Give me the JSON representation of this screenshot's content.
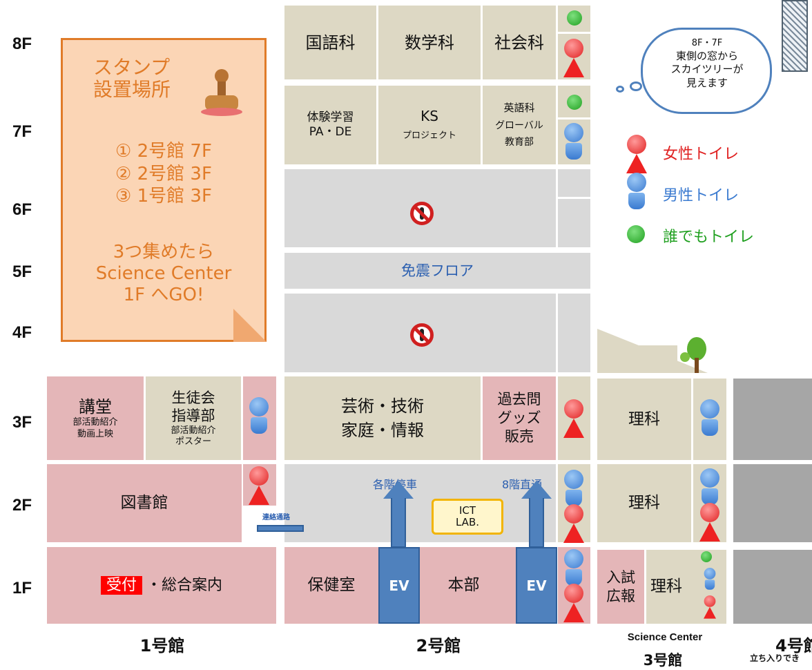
{
  "floors": [
    "8F",
    "7F",
    "6F",
    "5F",
    "4F",
    "3F",
    "2F",
    "1F"
  ],
  "buildings": {
    "b1": "1号館",
    "b2": "2号館",
    "b3_sub": "Science Center",
    "b3": "3号館",
    "b4": "4号館",
    "b4_note": "立ち入りでき"
  },
  "stamp": {
    "title1": "スタンプ",
    "title2": "設置場所",
    "loc1": "① 2号館 7F",
    "loc2": "② 2号館 3F",
    "loc3": "③ 1号館 3F",
    "note1": "3つ集めたら",
    "note2": "Science Center",
    "note3": "1F へGO!"
  },
  "cloud": {
    "line1": "8F・7F",
    "line2": "東側の窓から",
    "line3": "スカイツリーが",
    "line4": "見えます"
  },
  "legend": {
    "female": "女性トイレ",
    "male": "男性トイレ",
    "any": "誰でもトイレ",
    "colors": {
      "female": "#e02020",
      "male": "#3a7ad0",
      "any": "#20a020"
    }
  },
  "b2_rooms": {
    "f8_japanese": "国語科",
    "f8_math": "数学科",
    "f8_social": "社会科",
    "f7_exp1": "体験学習",
    "f7_exp2": "PA・DE",
    "f7_ks1": "KS",
    "f7_ks2": "プロジェクト",
    "f7_eng1": "英語科",
    "f7_eng2": "グローバル",
    "f7_eng3": "教育部",
    "f5_floor": "免震フロア",
    "f3_art1": "芸術・技術",
    "f3_art2": "家庭・情報",
    "f3_past1": "過去問",
    "f3_past2": "グッズ",
    "f3_past3": "販売",
    "f2_local": "各階停車",
    "f2_express": "8階直通",
    "f2_ict1": "ICT",
    "f2_ict2": "LAB.",
    "f1_health": "保健室",
    "f1_hq": "本部",
    "ev": "EV"
  },
  "b1_rooms": {
    "f3_hall": "講堂",
    "f3_hall_sub1": "部活動紹介",
    "f3_hall_sub2": "動画上映",
    "f3_council1": "生徒会",
    "f3_council2": "指導部",
    "f3_council_sub1": "部活動紹介",
    "f3_council_sub2": "ポスター",
    "f2_library": "図書館",
    "f2_corridor": "連絡通路",
    "f1_reception": "受付",
    "f1_info": "・総合案内"
  },
  "b3_rooms": {
    "science": "理科",
    "admissions1": "入試",
    "admissions2": "広報"
  }
}
